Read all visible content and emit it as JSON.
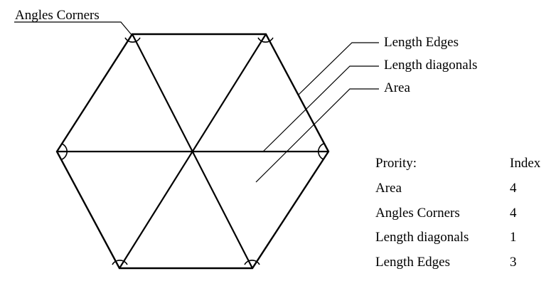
{
  "labels": {
    "angles_corners": "Angles Corners",
    "length_edges": "Length Edges",
    "length_diagonals": "Length diagonals",
    "area": "Area"
  },
  "table": {
    "header": {
      "col1": "Prority:",
      "col2": "Index"
    },
    "rows": [
      {
        "name": "Area",
        "index": "4"
      },
      {
        "name": "Angles Corners",
        "index": "4"
      },
      {
        "name": "Length diagonals",
        "index": "1"
      },
      {
        "name": "Length Edges",
        "index": "3"
      }
    ]
  }
}
